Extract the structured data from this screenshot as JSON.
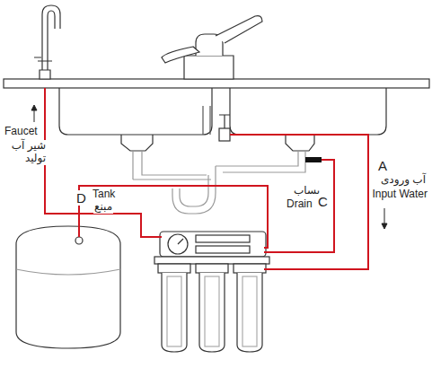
{
  "diagram": {
    "labels": [
      "Faucet",
      "شیر آب تولید",
      "D",
      "Tank",
      "مبنع",
      "پساب",
      "Drain",
      "C",
      "A",
      "آب ورودی",
      "Input Water"
    ]
  }
}
